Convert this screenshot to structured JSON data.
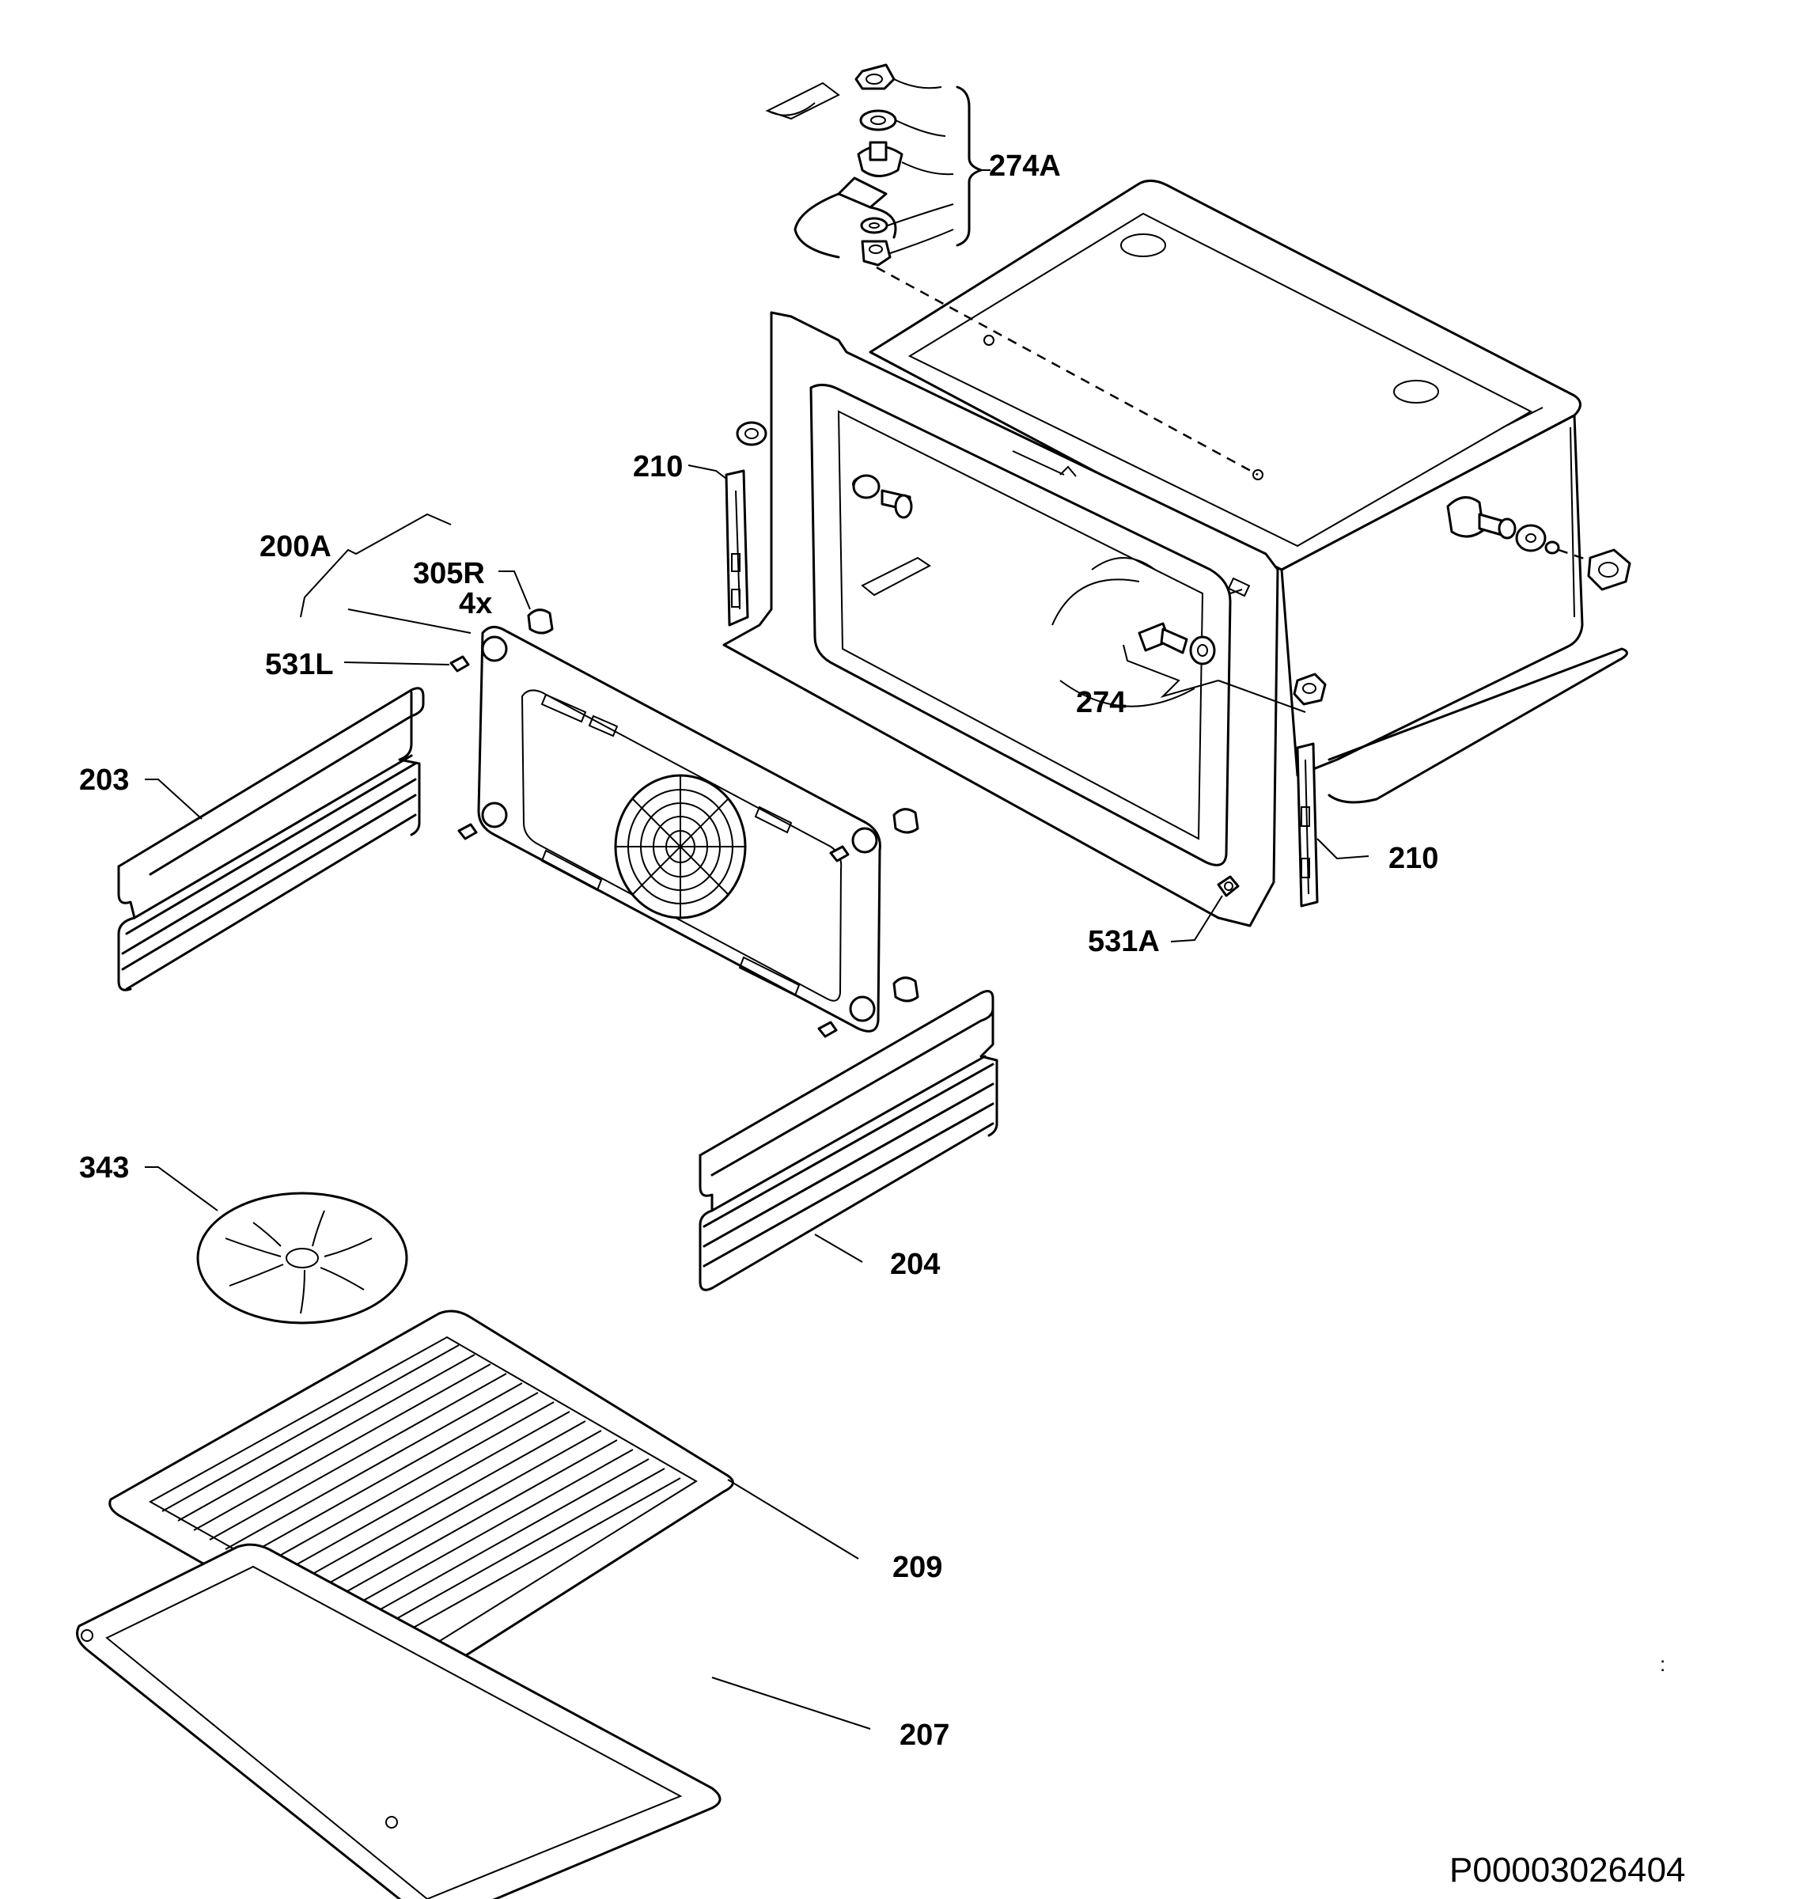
{
  "diagram": {
    "labels": [
      {
        "id": "274A",
        "text": "274A"
      },
      {
        "id": "210_left",
        "text": "210"
      },
      {
        "id": "200A",
        "text": "200A"
      },
      {
        "id": "305R",
        "text": "305R"
      },
      {
        "id": "4x",
        "text": "4x"
      },
      {
        "id": "531L",
        "text": "531L"
      },
      {
        "id": "203",
        "text": "203"
      },
      {
        "id": "274",
        "text": "274"
      },
      {
        "id": "210_right",
        "text": "210"
      },
      {
        "id": "531A",
        "text": "531A"
      },
      {
        "id": "343",
        "text": "343"
      },
      {
        "id": "204",
        "text": "204"
      },
      {
        "id": "209",
        "text": "209"
      },
      {
        "id": "207",
        "text": "207"
      }
    ],
    "drawing_code": "P00003026404",
    "stray_mark": ":"
  }
}
